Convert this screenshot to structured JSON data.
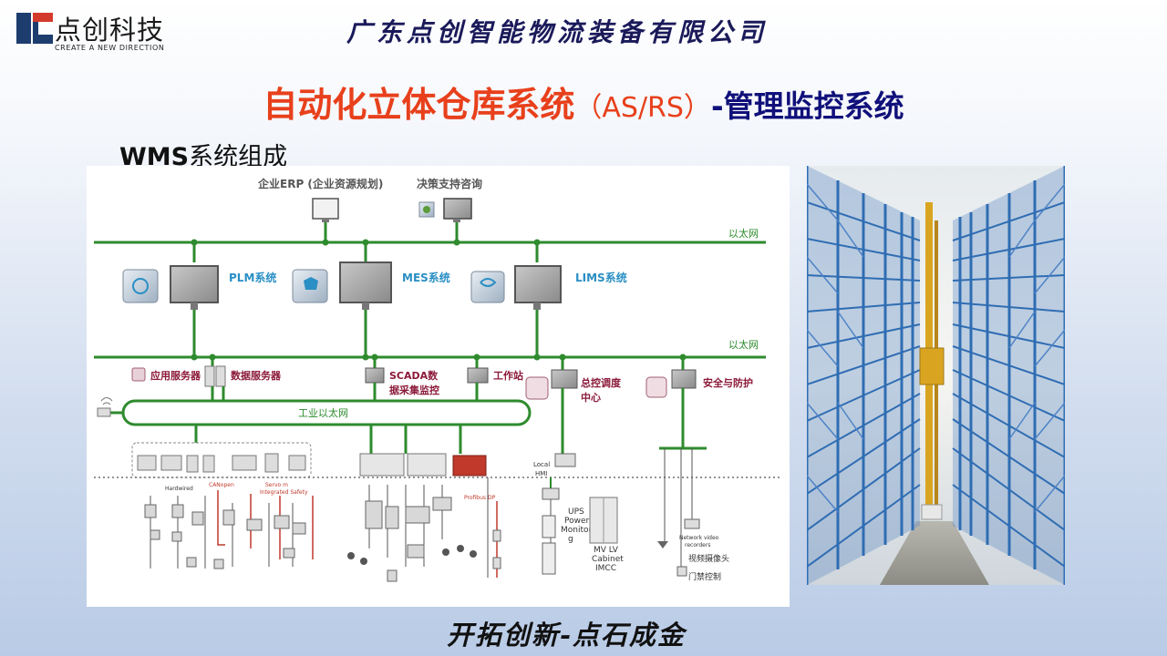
{
  "header": {
    "logo_cn": "点创科技",
    "logo_en": "CREATE A NEW DIRECTION",
    "company": "广东点创智能物流装备有限公司"
  },
  "title": {
    "main": "自动化立体仓库系统",
    "abbr": "（AS/RS）",
    "sub": "-管理监控系统"
  },
  "section": {
    "prefix": "WMS",
    "label": "系统组成"
  },
  "diagram": {
    "top_nodes": {
      "erp": "企业ERP (企业资源规划)",
      "decision": "决策支持咨询"
    },
    "ethernet_label": "以太网",
    "systems": {
      "plm": "PLM系统",
      "mes": "MES系统",
      "lims": "LIMS系统"
    },
    "servers": {
      "app": "应用服务器",
      "data": "数据服务器",
      "scada_1": "SCADA数",
      "scada_2": "据采集监控",
      "workstation": "工作站",
      "dispatch_1": "总控调度",
      "dispatch_2": "中心",
      "security": "安全与防护"
    },
    "industrial_ethernet": "工业以太网",
    "field": {
      "hardwired": "Hardwired",
      "canopen": "CANopen",
      "servo": "Servo m",
      "integrated_safety": "Integrated Safety",
      "profibus": "Profibus DP",
      "local_hmi_1": "Local",
      "local_hmi_2": "HMI",
      "ups_1": "UPS",
      "ups_2": "Power",
      "ups_3": "Monitorin",
      "ups_4": "g",
      "mvlv_1": "MV LV",
      "mvlv_2": "Cabinet",
      "mvlv_3": "IMCC",
      "nvr_1": "Network video",
      "nvr_2": "recorders",
      "camera": "视频摄像头",
      "access": "门禁控制"
    }
  },
  "photo": {
    "subject": "warehouse-racking-aisle-photo"
  },
  "footer": {
    "slogan": "开拓创新-点石成金"
  },
  "colors": {
    "title_red": "#e8401c",
    "title_navy": "#10107a",
    "network_green": "#2e8b2e",
    "system_label_blue": "#2a8fc4",
    "server_label_maroon": "#8b1a3a",
    "rack_blue": "#2f6db3",
    "stacker_yellow": "#d9a520"
  }
}
